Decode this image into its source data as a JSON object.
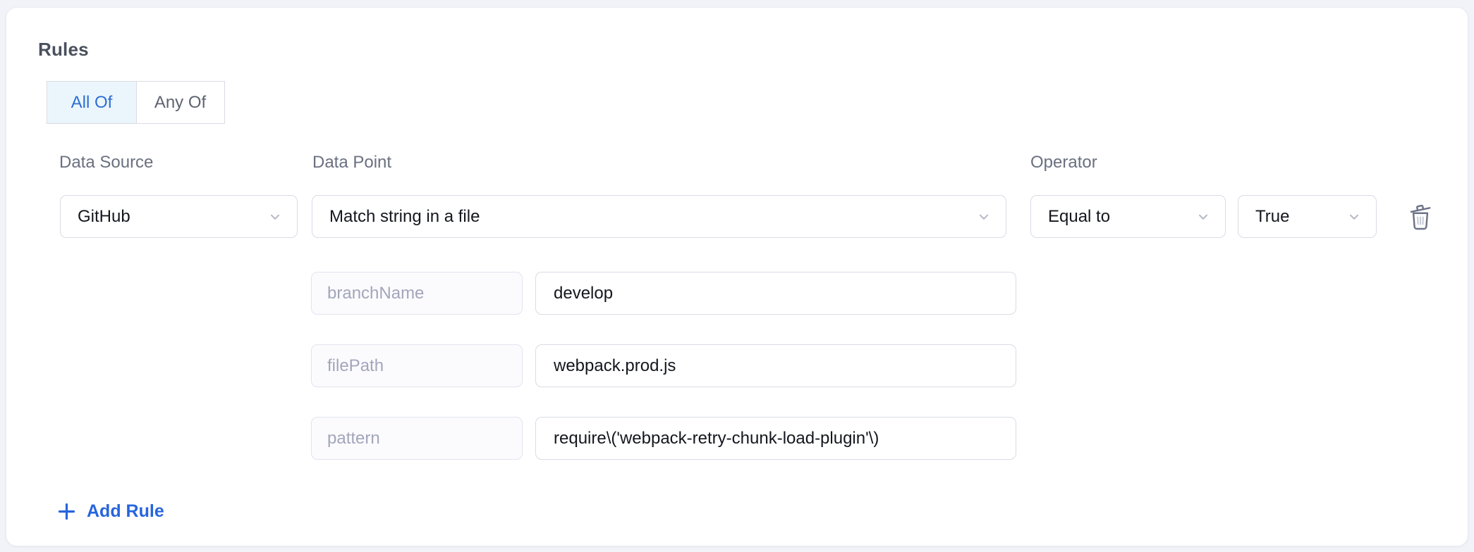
{
  "rules": {
    "title": "Rules",
    "match_mode": {
      "options": [
        {
          "label": "All Of",
          "selected": true
        },
        {
          "label": "Any Of",
          "selected": false
        }
      ]
    },
    "rule": {
      "data_source": {
        "label": "Data Source",
        "value": "GitHub"
      },
      "data_point": {
        "label": "Data Point",
        "value": "Match string in a file"
      },
      "operator": {
        "label": "Operator",
        "value": "Equal to"
      },
      "operator_value": {
        "value": "True"
      },
      "delete_icon": "trash-icon",
      "params": [
        {
          "key": "branchName",
          "value": "develop"
        },
        {
          "key": "filePath",
          "value": "webpack.prod.js"
        },
        {
          "key": "pattern",
          "value": "require\\('webpack-retry-chunk-load-plugin'\\)"
        }
      ]
    },
    "add_rule_label": "Add Rule"
  },
  "colors": {
    "accent_blue": "#2765dc",
    "segment_selected_bg": "#ebf6fc",
    "segment_selected_text": "#2e6fd4",
    "label_gray": "#6a7080",
    "value_text": "#14171d",
    "disabled_key_text": "#a2a6ba",
    "input_border": "#d9dce5",
    "icon_gray": "#6e7488",
    "card_bg": "#ffffff",
    "page_bg": "#f1f3f8"
  }
}
